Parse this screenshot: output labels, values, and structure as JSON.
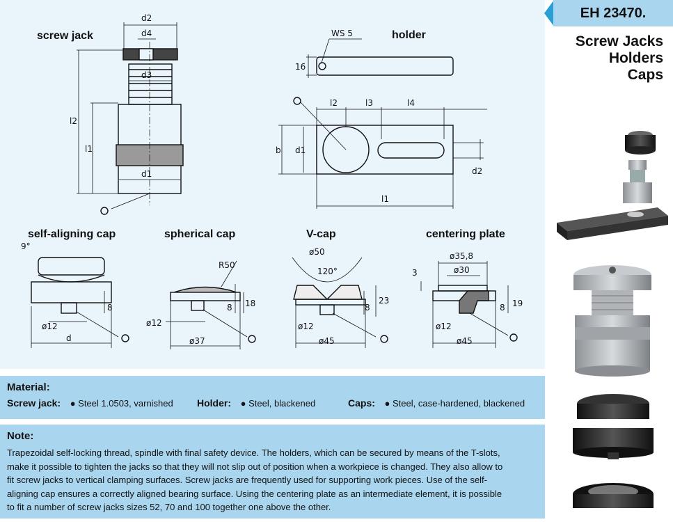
{
  "header": {
    "code": "EH 23470.",
    "title_lines": [
      "Screw Jacks",
      "Holders",
      "Caps"
    ]
  },
  "drawing": {
    "labels": {
      "screw_jack": "screw jack",
      "holder": "holder",
      "self_aligning_cap": "self-aligning cap",
      "spherical_cap": "spherical cap",
      "v_cap": "V-cap",
      "centering_plate": "centering plate"
    },
    "dims": {
      "d2": "d2",
      "d4": "d4",
      "d3": "d3",
      "d1": "d1",
      "l1": "l1",
      "l2": "l2",
      "ws5": "WS 5",
      "h16": "16",
      "l2h": "l2",
      "l3h": "l3",
      "l4h": "l4",
      "b": "b",
      "d1h": "d1",
      "d2h": "d2",
      "l1h": "l1",
      "sac_angle": "9°",
      "sac_d12": "ø12",
      "sac_d": "d",
      "sac_8": "8",
      "sc_r50": "R50",
      "sc_d12": "ø12",
      "sc_d37": "ø37",
      "sc_8": "8",
      "sc_18": "18",
      "vc_d50": "ø50",
      "vc_120": "120°",
      "vc_d12": "ø12",
      "vc_d45": "ø45",
      "vc_8": "8",
      "vc_23": "23",
      "cp_d358": "ø35,8",
      "cp_d30": "ø30",
      "cp_3": "3",
      "cp_d12": "ø12",
      "cp_d45": "ø45",
      "cp_8": "8",
      "cp_19": "19"
    }
  },
  "material": {
    "title": "Material:",
    "items": [
      {
        "key": "Screw jack:",
        "value": "● Steel 1.0503, varnished"
      },
      {
        "key": "Holder:",
        "value": "● Steel, blackened"
      },
      {
        "key": "Caps:",
        "value": "● Steel, case-hardened, blackened"
      }
    ]
  },
  "note": {
    "title": "Note:",
    "lines": [
      "Trapezoidal self-locking thread, spindle with final safety device. The holders, which can be secured by means of the T-slots,",
      "make it possible to tighten the jacks so that they will not slip out of position when a workpiece is changed. They also allow to",
      "fit screw jacks to vertical clamping surfaces. Screw jacks are frequently used for supporting work pieces. Use of the self-",
      "aligning cap ensures a correctly aligned bearing surface. Using the centering plate as an intermediate element, it is possible",
      "to fit a number of screw jacks sizes 52, 70 and 100 together one above the other."
    ]
  },
  "colors": {
    "panel_bg": "#eaf4fb",
    "header_bg": "#a9d6ee",
    "accent": "#2a9fd6"
  }
}
